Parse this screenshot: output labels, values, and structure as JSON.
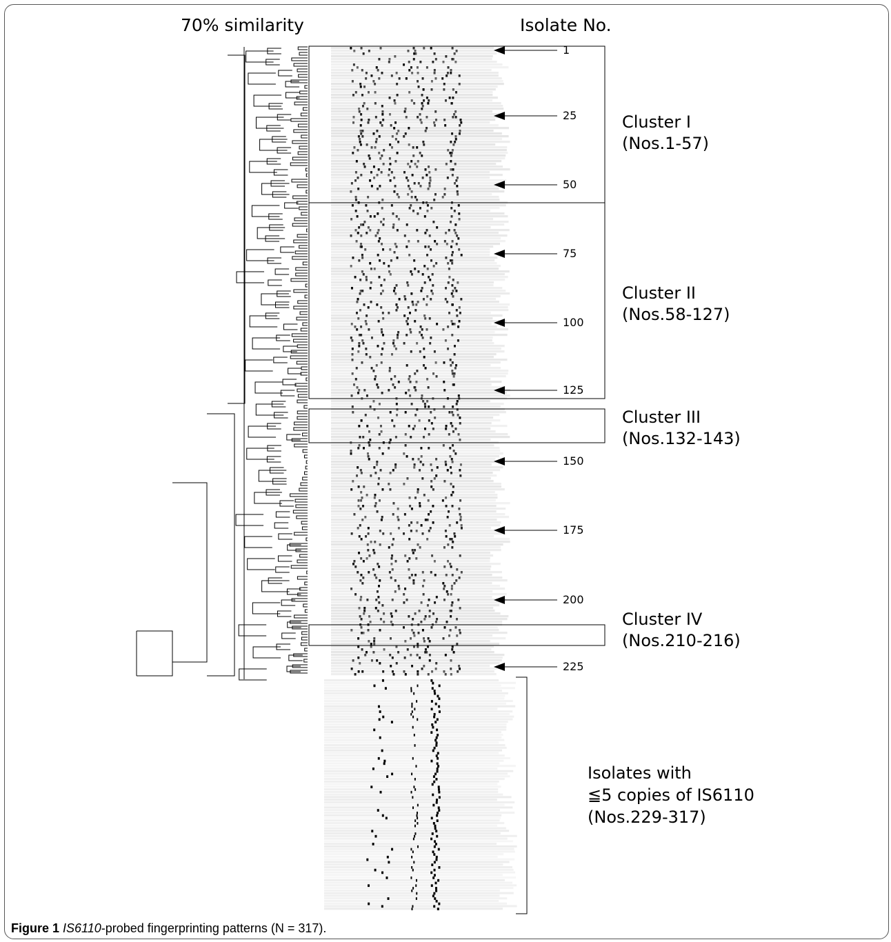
{
  "headers": {
    "similarity": "70% similarity",
    "isolate": "Isolate No."
  },
  "isolate_markers": [
    "1",
    "25",
    "50",
    "75",
    "100",
    "125",
    "150",
    "175",
    "200",
    "225"
  ],
  "clusters": [
    {
      "name": "Cluster I",
      "range": "(Nos.1-57)"
    },
    {
      "name": "Cluster II",
      "range": "(Nos.58-127)"
    },
    {
      "name": "Cluster III",
      "range": "(Nos.132-143)"
    },
    {
      "name": "Cluster IV",
      "range": "(Nos.210-216)"
    }
  ],
  "low_copy": {
    "line1": "Isolates with",
    "line2": "≦5 copies of IS6110",
    "line3": "(Nos.229-317)"
  },
  "caption": {
    "label": "Figure 1",
    "italic": "IS6110",
    "rest": "-probed fingerprinting patterns (N = 317)."
  }
}
